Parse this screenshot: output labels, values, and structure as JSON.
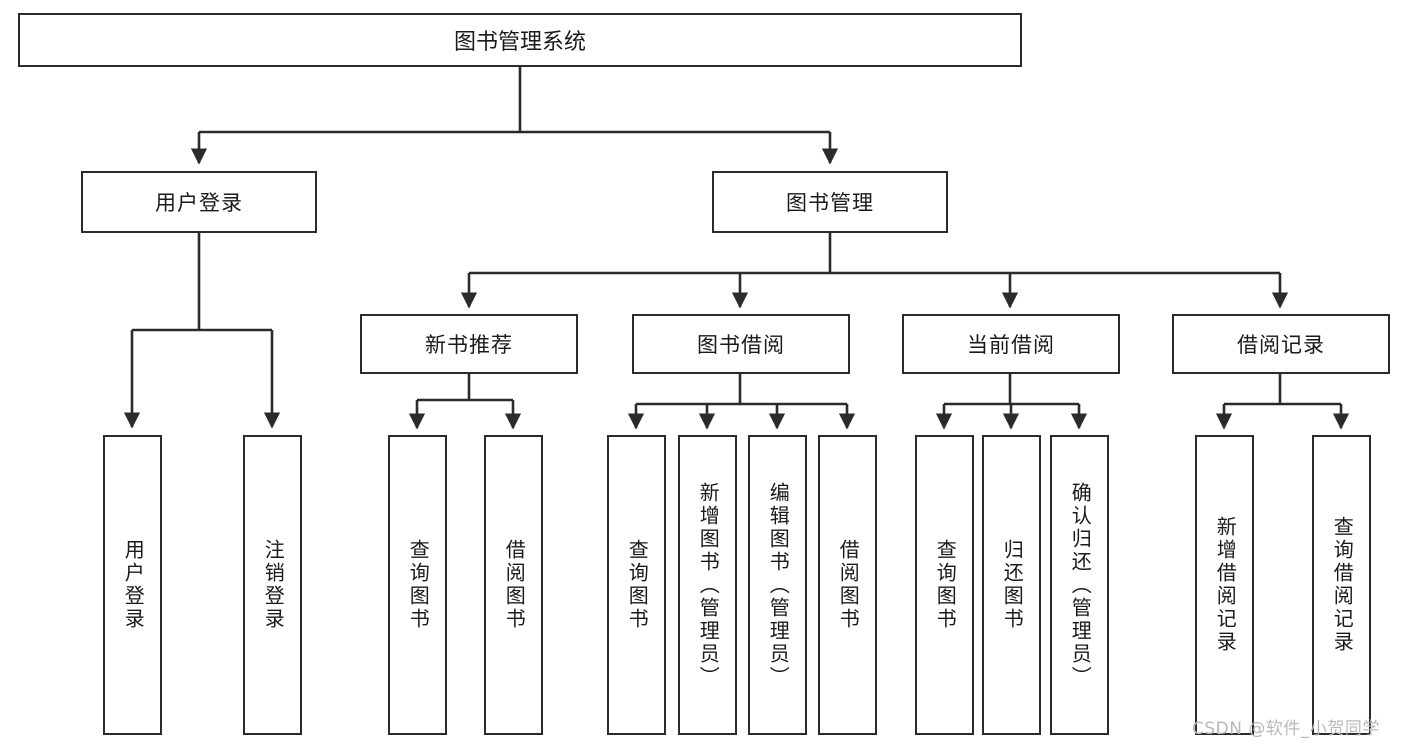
{
  "diagram": {
    "title_root": "图书管理系统",
    "type": "hierarchy-tree",
    "levels": 4,
    "nodes": {
      "root": {
        "label": "图书管理系统"
      },
      "level2": [
        {
          "id": "user-login",
          "label": "用户登录"
        },
        {
          "id": "book-management",
          "label": "图书管理"
        }
      ],
      "level3": [
        {
          "id": "new-book-recommend",
          "label": "新书推荐",
          "parent": "book-management"
        },
        {
          "id": "book-borrow",
          "label": "图书借阅",
          "parent": "book-management"
        },
        {
          "id": "current-borrow",
          "label": "当前借阅",
          "parent": "book-management"
        },
        {
          "id": "borrow-record",
          "label": "借阅记录",
          "parent": "book-management"
        }
      ],
      "leaves": {
        "user_login": [
          {
            "id": "leaf-user-login",
            "label": "用户登录"
          },
          {
            "id": "leaf-logout",
            "label": "注销登录"
          }
        ],
        "new_book_recommend": [
          {
            "id": "leaf-query-book-1",
            "label": "查询图书"
          },
          {
            "id": "leaf-borrow-book-1",
            "label": "借阅图书"
          }
        ],
        "book_borrow": [
          {
            "id": "leaf-query-book-2",
            "label": "查询图书"
          },
          {
            "id": "leaf-add-book",
            "label": "新增图书（管理员）"
          },
          {
            "id": "leaf-edit-book",
            "label": "编辑图书（管理员）"
          },
          {
            "id": "leaf-borrow-book-2",
            "label": "借阅图书"
          }
        ],
        "current_borrow": [
          {
            "id": "leaf-query-book-3",
            "label": "查询图书"
          },
          {
            "id": "leaf-return-book",
            "label": "归还图书"
          },
          {
            "id": "leaf-confirm-return",
            "label": "确认归还（管理员）"
          }
        ],
        "borrow_record": [
          {
            "id": "leaf-add-record",
            "label": "新增借阅记录"
          },
          {
            "id": "leaf-query-record",
            "label": "查询借阅记录"
          }
        ]
      }
    },
    "colors": {
      "stroke": "#2b2b2b",
      "fill": "#ffffff",
      "text": "#1a1a1a",
      "watermark": "#b9b9b9"
    }
  },
  "watermark": {
    "text": "CSDN @软件_小贺同学"
  }
}
